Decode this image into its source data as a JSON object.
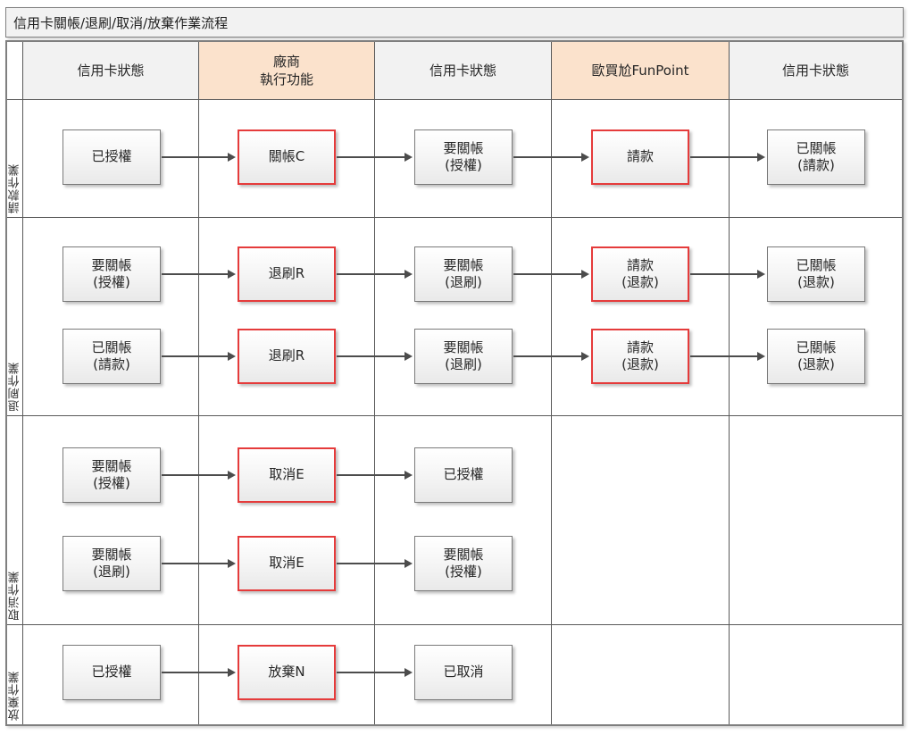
{
  "title": "信用卡關帳/退刷/取消/放棄作業流程",
  "header": {
    "columns": [
      {
        "label": "信用卡狀態",
        "highlight": false
      },
      {
        "label": "廠商\n執行功能",
        "highlight": true
      },
      {
        "label": "信用卡狀態",
        "highlight": false
      },
      {
        "label": "歐買尬FunPoint",
        "highlight": true
      },
      {
        "label": "信用卡狀態",
        "highlight": false
      }
    ]
  },
  "bands": [
    {
      "label": "請款作業",
      "rows": [
        {
          "boxes": [
            {
              "col": 0,
              "text": "已授權",
              "style": "gray"
            },
            {
              "col": 1,
              "text": "關帳C",
              "style": "red"
            },
            {
              "col": 2,
              "text": "要關帳\n(授權)",
              "style": "gray"
            },
            {
              "col": 3,
              "text": "請款",
              "style": "red"
            },
            {
              "col": 4,
              "text": "已關帳\n(請款)",
              "style": "gray"
            }
          ]
        }
      ]
    },
    {
      "label": "退刷作業",
      "rows": [
        {
          "boxes": [
            {
              "col": 0,
              "text": "要關帳\n(授權)",
              "style": "gray"
            },
            {
              "col": 1,
              "text": "退刷R",
              "style": "red"
            },
            {
              "col": 2,
              "text": "要關帳\n(退刷)",
              "style": "gray"
            },
            {
              "col": 3,
              "text": "請款\n(退款)",
              "style": "red"
            },
            {
              "col": 4,
              "text": "已關帳\n(退款)",
              "style": "gray"
            }
          ]
        },
        {
          "boxes": [
            {
              "col": 0,
              "text": "已關帳\n(請款)",
              "style": "gray"
            },
            {
              "col": 1,
              "text": "退刷R",
              "style": "red"
            },
            {
              "col": 2,
              "text": "要關帳\n(退刷)",
              "style": "gray"
            },
            {
              "col": 3,
              "text": "請款\n(退款)",
              "style": "red"
            },
            {
              "col": 4,
              "text": "已關帳\n(退款)",
              "style": "gray"
            }
          ]
        }
      ]
    },
    {
      "label": "取消作業",
      "rows": [
        {
          "boxes": [
            {
              "col": 0,
              "text": "要關帳\n(授權)",
              "style": "gray"
            },
            {
              "col": 1,
              "text": "取消E",
              "style": "red"
            },
            {
              "col": 2,
              "text": "已授權",
              "style": "gray"
            }
          ]
        },
        {
          "boxes": [
            {
              "col": 0,
              "text": "要關帳\n(退刷)",
              "style": "gray"
            },
            {
              "col": 1,
              "text": "取消E",
              "style": "red"
            },
            {
              "col": 2,
              "text": "要關帳\n(授權)",
              "style": "gray"
            }
          ]
        }
      ]
    },
    {
      "label": "放棄作業",
      "rows": [
        {
          "boxes": [
            {
              "col": 0,
              "text": "已授權",
              "style": "gray"
            },
            {
              "col": 1,
              "text": "放棄N",
              "style": "red"
            },
            {
              "col": 2,
              "text": "已取消",
              "style": "gray"
            }
          ]
        }
      ]
    }
  ],
  "colors": {
    "header_highlight": "#fbe2cc",
    "header_gray": "#f2f2f2",
    "grid_line": "#595959",
    "box_border_red": "#e53b3b",
    "box_border_gray": "#7a7a7a",
    "arrow": "#4c4c4c"
  }
}
